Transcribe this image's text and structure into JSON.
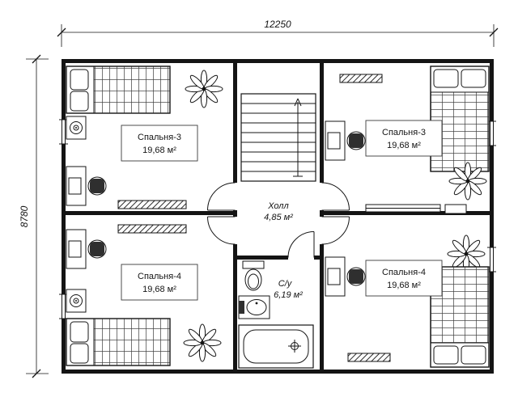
{
  "drawing": {
    "dim_width": "12250",
    "dim_height": "8780",
    "rooms": {
      "bedroom3_left": {
        "name": "Спальня-3",
        "area": "19,68 м²"
      },
      "bedroom3_right": {
        "name": "Спальня-3",
        "area": "19,68 м²"
      },
      "bedroom4_left": {
        "name": "Спальня-4",
        "area": "19,68 м²"
      },
      "bedroom4_right": {
        "name": "Спальня-4",
        "area": "19,68 м²"
      },
      "hall": {
        "name": "Холл",
        "area": "4,85 м²"
      },
      "wc": {
        "name": "С/у",
        "area": "6,19 м²"
      }
    },
    "colors": {
      "ink": "#141414",
      "paper": "#ffffff"
    }
  }
}
